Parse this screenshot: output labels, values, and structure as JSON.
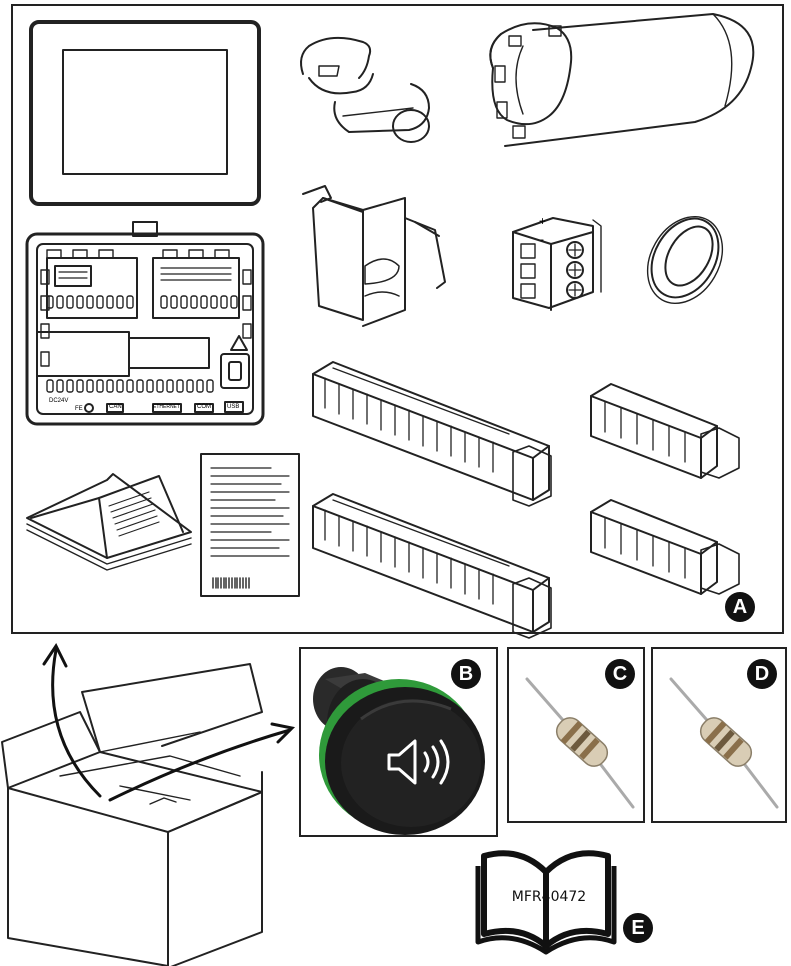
{
  "badges": {
    "a": "A",
    "b": "B",
    "c": "C",
    "d": "D",
    "e": "E"
  },
  "manual_ref": "MFR40472",
  "terminal_labels": {
    "plus": "+",
    "minus": "-"
  },
  "panel_labels": {
    "power": "DC24V",
    "fe": "FE",
    "port1": "CAN",
    "port2": "ETHERNET",
    "port3": "COM",
    "port4": "USB"
  },
  "icons": {
    "buzzer": "speaker-sound-icon",
    "manual": "open-book-icon"
  },
  "colors": {
    "outline": "#222222",
    "buzzer_ring": "#2f9a3a",
    "buzzer_body": "#1a1a1a",
    "resistor_body": "#d9cdb5"
  }
}
